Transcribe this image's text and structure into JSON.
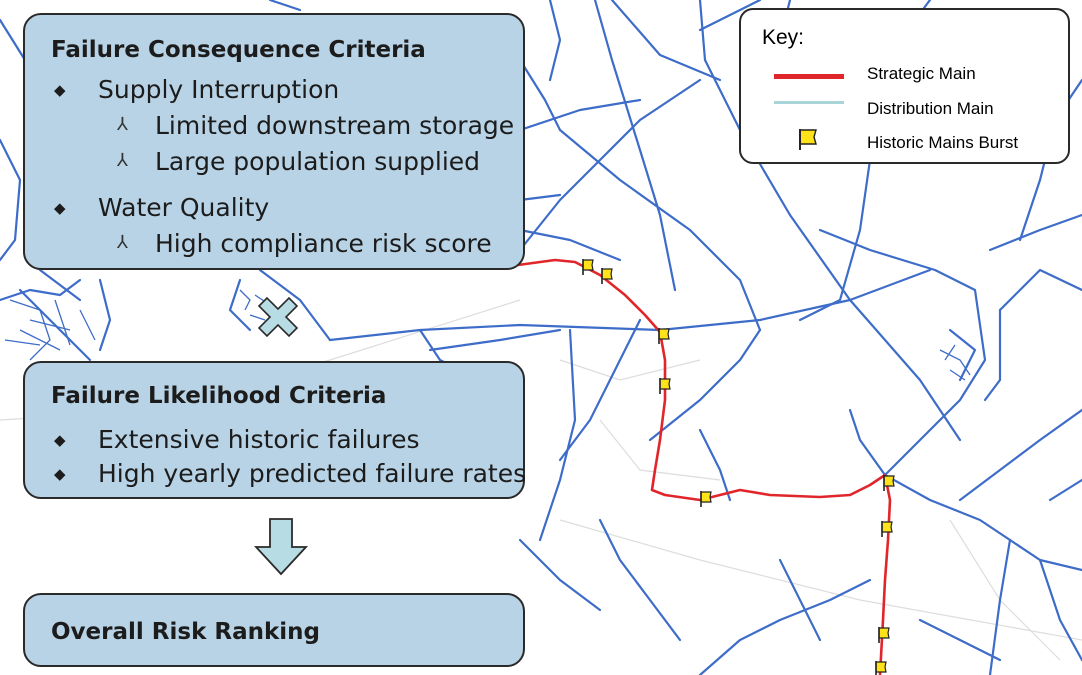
{
  "colors": {
    "strategic_main": "#e0262b",
    "distribution_main": "#3d6cc9",
    "distribution_key_swatch": "#a9d4d8",
    "panel_fill": "#b8d3e6",
    "arrow_fill": "#b8dce4",
    "burst_flag": "#ffe21a"
  },
  "consequence_panel": {
    "title": "Failure Consequence Criteria",
    "items": [
      {
        "label": "Supply Interruption",
        "subitems": [
          "Limited downstream storage",
          "Large population supplied"
        ]
      },
      {
        "label": "Water Quality",
        "subitems": [
          "High compliance risk score"
        ]
      }
    ]
  },
  "likelihood_panel": {
    "title": "Failure Likelihood Criteria",
    "items": [
      "Extensive historic failures",
      "High yearly predicted failure rates"
    ]
  },
  "result_panel": {
    "title": "Overall Risk Ranking"
  },
  "legend": {
    "title": "Key:",
    "entries": [
      {
        "label": "Strategic Main",
        "symbol": "red-line"
      },
      {
        "label": "Distribution Main",
        "symbol": "light-teal-line"
      },
      {
        "label": "Historic Mains Burst",
        "symbol": "yellow-flag-icon"
      }
    ]
  },
  "icons": {
    "bullet": "diamond-bullet-icon",
    "sub_bullet": "caret-bullet-icon",
    "combine": "multiply-cross-icon",
    "flow": "down-arrow-icon",
    "burst": "yellow-flag-icon"
  }
}
